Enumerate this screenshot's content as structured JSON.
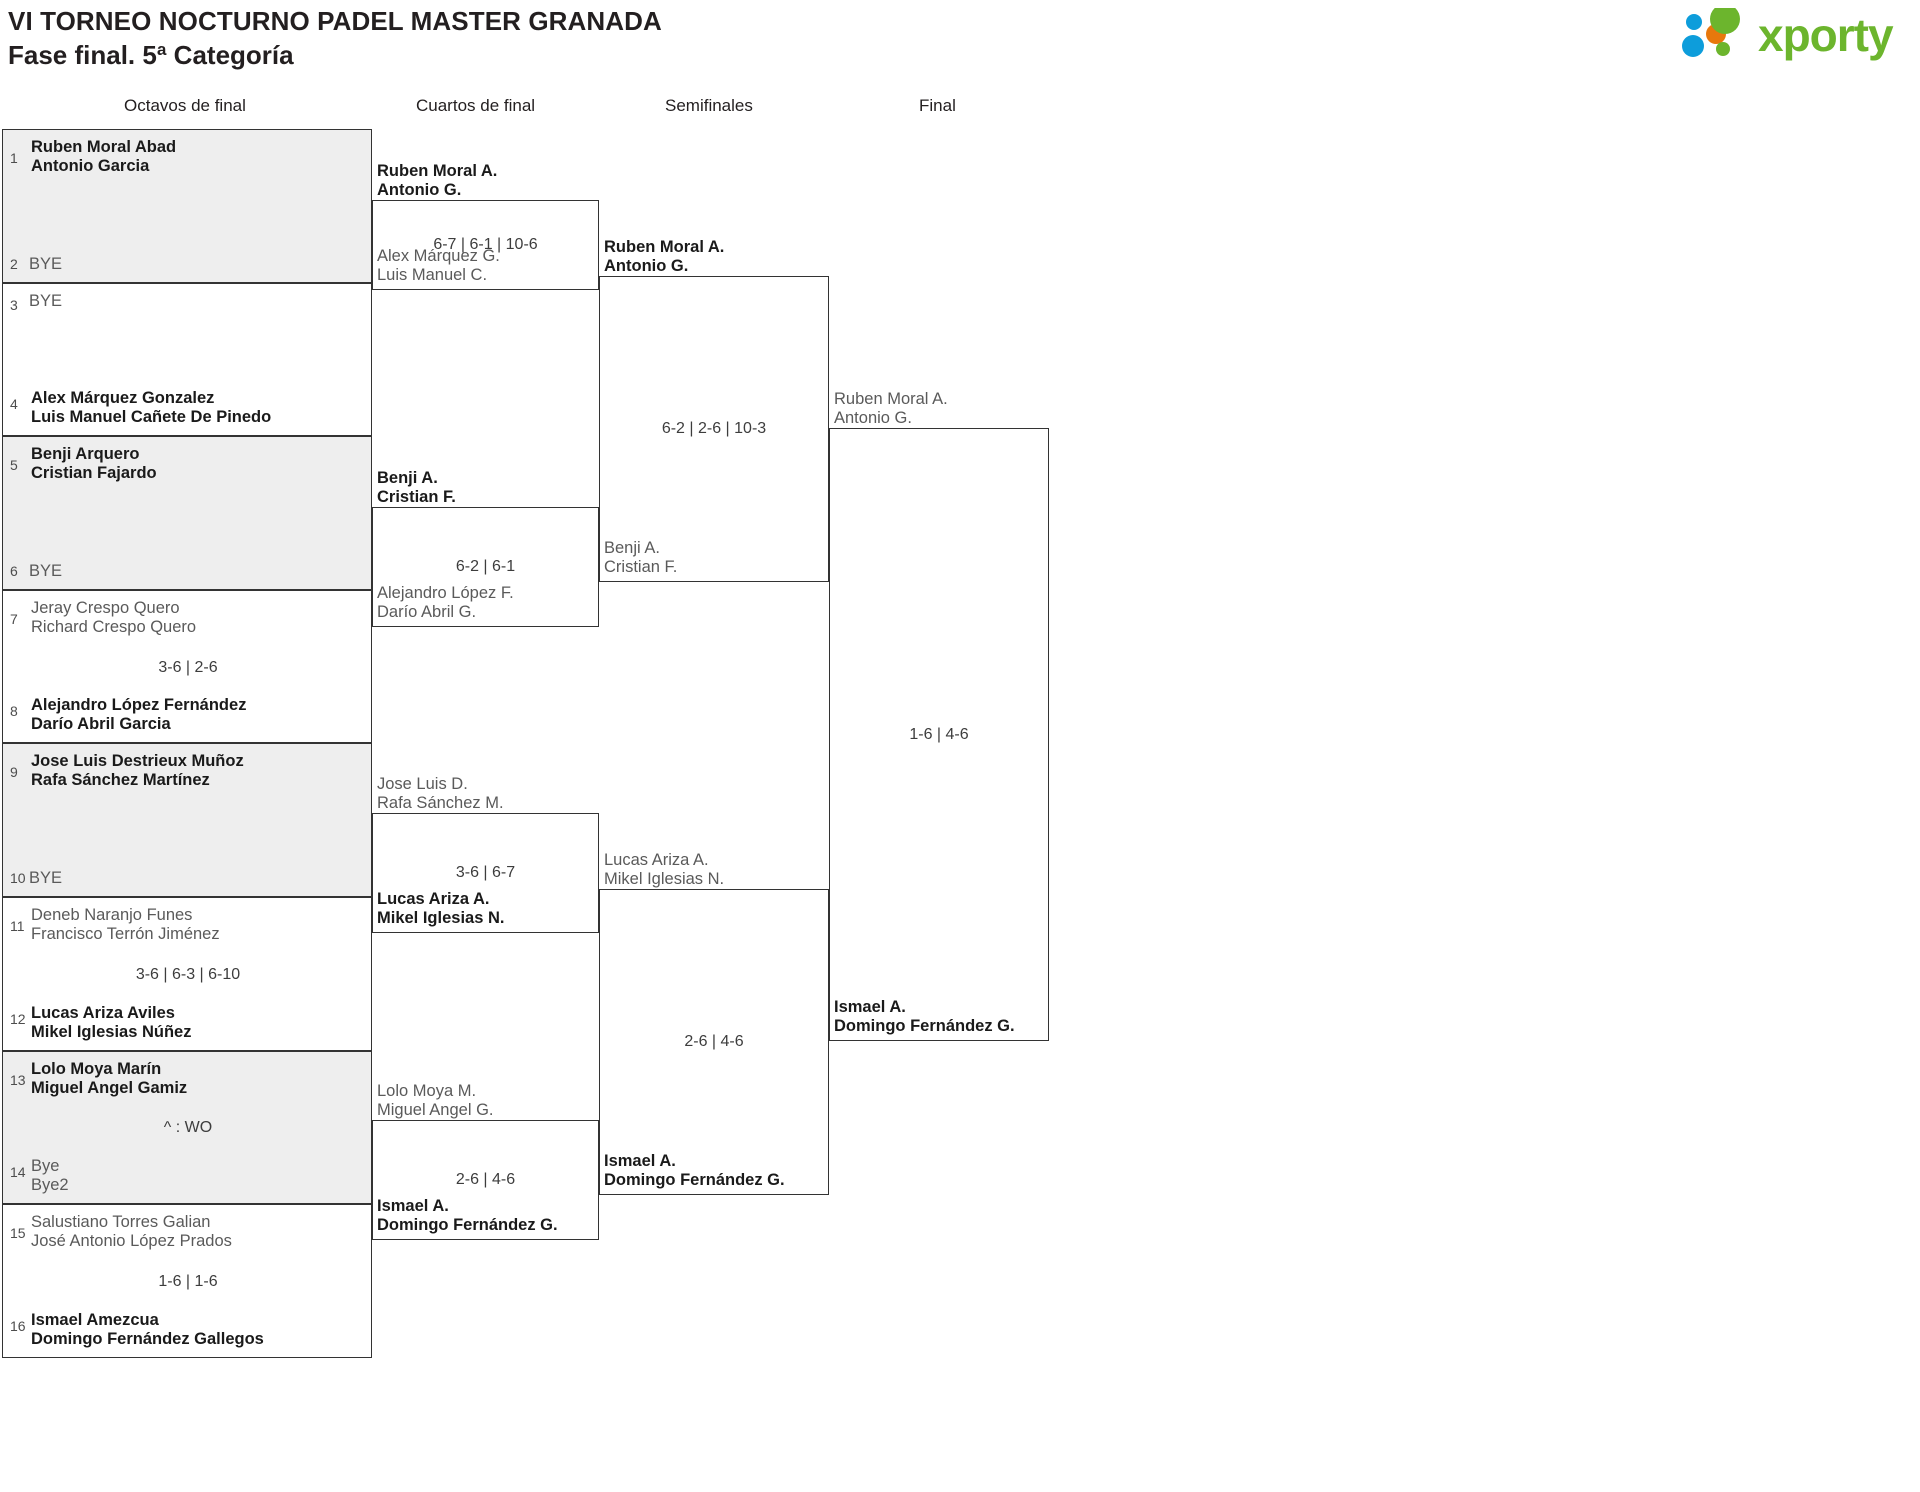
{
  "header": {
    "title_line1": "VI TORNEO NOCTURNO PADEL MASTER GRANADA",
    "title_line2": "Fase final. 5ª Categoría",
    "logo_text": "xporty",
    "logo_colors": {
      "green": "#6cb52d",
      "blue": "#0d9ddb",
      "orange": "#e8780c"
    }
  },
  "rounds": [
    {
      "label": "Octavos de final"
    },
    {
      "label": "Cuartos de final"
    },
    {
      "label": "Semifinales"
    },
    {
      "label": "Final"
    }
  ],
  "colors": {
    "shaded_row": "#eeeeee",
    "border": "#333333",
    "winner_text": "#1a1a1a",
    "loser_text": "#5a5a5a"
  },
  "round1": {
    "matches": [
      {
        "shaded": true,
        "score": "",
        "top": {
          "seed": "1",
          "lines": [
            "Ruben Moral Abad",
            "Antonio Garcia"
          ],
          "result": "winner"
        },
        "bottom": {
          "seed": "2",
          "lines": [
            "BYE"
          ],
          "result": "bye"
        }
      },
      {
        "shaded": false,
        "score": "",
        "top": {
          "seed": "3",
          "lines": [
            "BYE"
          ],
          "result": "bye"
        },
        "bottom": {
          "seed": "4",
          "lines": [
            "Alex Márquez Gonzalez",
            "Luis Manuel Cañete De Pinedo"
          ],
          "result": "winner"
        }
      },
      {
        "shaded": true,
        "score": "",
        "top": {
          "seed": "5",
          "lines": [
            "Benji Arquero",
            "Cristian Fajardo"
          ],
          "result": "winner"
        },
        "bottom": {
          "seed": "6",
          "lines": [
            "BYE"
          ],
          "result": "bye"
        }
      },
      {
        "shaded": false,
        "score": "3-6 | 2-6",
        "top": {
          "seed": "7",
          "lines": [
            "Jeray Crespo Quero",
            "Richard Crespo Quero"
          ],
          "result": "loser"
        },
        "bottom": {
          "seed": "8",
          "lines": [
            "Alejandro López Fernández",
            "Darío Abril Garcia"
          ],
          "result": "winner"
        }
      },
      {
        "shaded": true,
        "score": "",
        "top": {
          "seed": "9",
          "lines": [
            "Jose Luis Destrieux Muñoz",
            "Rafa Sánchez Martínez"
          ],
          "result": "winner"
        },
        "bottom": {
          "seed": "10",
          "lines": [
            "BYE"
          ],
          "result": "bye"
        }
      },
      {
        "shaded": false,
        "score": "3-6 | 6-3 | 6-10",
        "top": {
          "seed": "11",
          "lines": [
            "Deneb Naranjo Funes",
            "Francisco Terrón Jiménez"
          ],
          "result": "loser"
        },
        "bottom": {
          "seed": "12",
          "lines": [
            "Lucas Ariza Aviles",
            "Mikel Iglesias Núñez"
          ],
          "result": "winner"
        }
      },
      {
        "shaded": true,
        "score": "^ : WO",
        "top": {
          "seed": "13",
          "lines": [
            "Lolo Moya Marín",
            "Miguel Angel Gamiz"
          ],
          "result": "winner"
        },
        "bottom": {
          "seed": "14",
          "lines": [
            "Bye",
            "Bye2"
          ],
          "result": "loser"
        }
      },
      {
        "shaded": false,
        "score": "1-6 | 1-6",
        "top": {
          "seed": "15",
          "lines": [
            "Salustiano Torres Galian",
            "José Antonio López Prados"
          ],
          "result": "loser"
        },
        "bottom": {
          "seed": "16",
          "lines": [
            "Ismael Amezcua",
            "Domingo Fernández Gallegos"
          ],
          "result": "winner"
        }
      }
    ]
  },
  "round2": {
    "matches": [
      {
        "score": "6-7 | 6-1 | 10-6",
        "top": {
          "lines": [
            "Ruben Moral A.",
            "Antonio G."
          ],
          "result": "winner"
        },
        "bottom": {
          "lines": [
            "Alex Márquez G.",
            "Luis Manuel C."
          ],
          "result": "loser"
        }
      },
      {
        "score": "6-2 | 6-1",
        "top": {
          "lines": [
            "Benji A.",
            "Cristian F."
          ],
          "result": "winner"
        },
        "bottom": {
          "lines": [
            "Alejandro López F.",
            "Darío Abril G."
          ],
          "result": "loser"
        }
      },
      {
        "score": "3-6 | 6-7",
        "top": {
          "lines": [
            "Jose Luis D.",
            "Rafa Sánchez M."
          ],
          "result": "loser"
        },
        "bottom": {
          "lines": [
            "Lucas Ariza A.",
            "Mikel Iglesias N."
          ],
          "result": "winner"
        }
      },
      {
        "score": "2-6 | 4-6",
        "top": {
          "lines": [
            "Lolo Moya M.",
            "Miguel Angel G."
          ],
          "result": "loser"
        },
        "bottom": {
          "lines": [
            "Ismael A.",
            "Domingo Fernández G."
          ],
          "result": "winner"
        }
      }
    ]
  },
  "round3": {
    "matches": [
      {
        "score": "6-2 | 2-6 | 10-3",
        "top": {
          "lines": [
            "Ruben Moral A.",
            "Antonio G."
          ],
          "result": "winner"
        },
        "bottom": {
          "lines": [
            "Benji A.",
            "Cristian F."
          ],
          "result": "loser"
        }
      },
      {
        "score": "2-6 | 4-6",
        "top": {
          "lines": [
            "Lucas Ariza A.",
            "Mikel Iglesias N."
          ],
          "result": "loser"
        },
        "bottom": {
          "lines": [
            "Ismael A.",
            "Domingo Fernández G."
          ],
          "result": "winner"
        }
      }
    ]
  },
  "round4": {
    "matches": [
      {
        "score": "1-6 | 4-6",
        "top": {
          "lines": [
            "Ruben Moral A.",
            "Antonio G."
          ],
          "result": "loser"
        },
        "bottom": {
          "lines": [
            "Ismael A.",
            "Domingo Fernández G."
          ],
          "result": "winner"
        }
      }
    ]
  }
}
